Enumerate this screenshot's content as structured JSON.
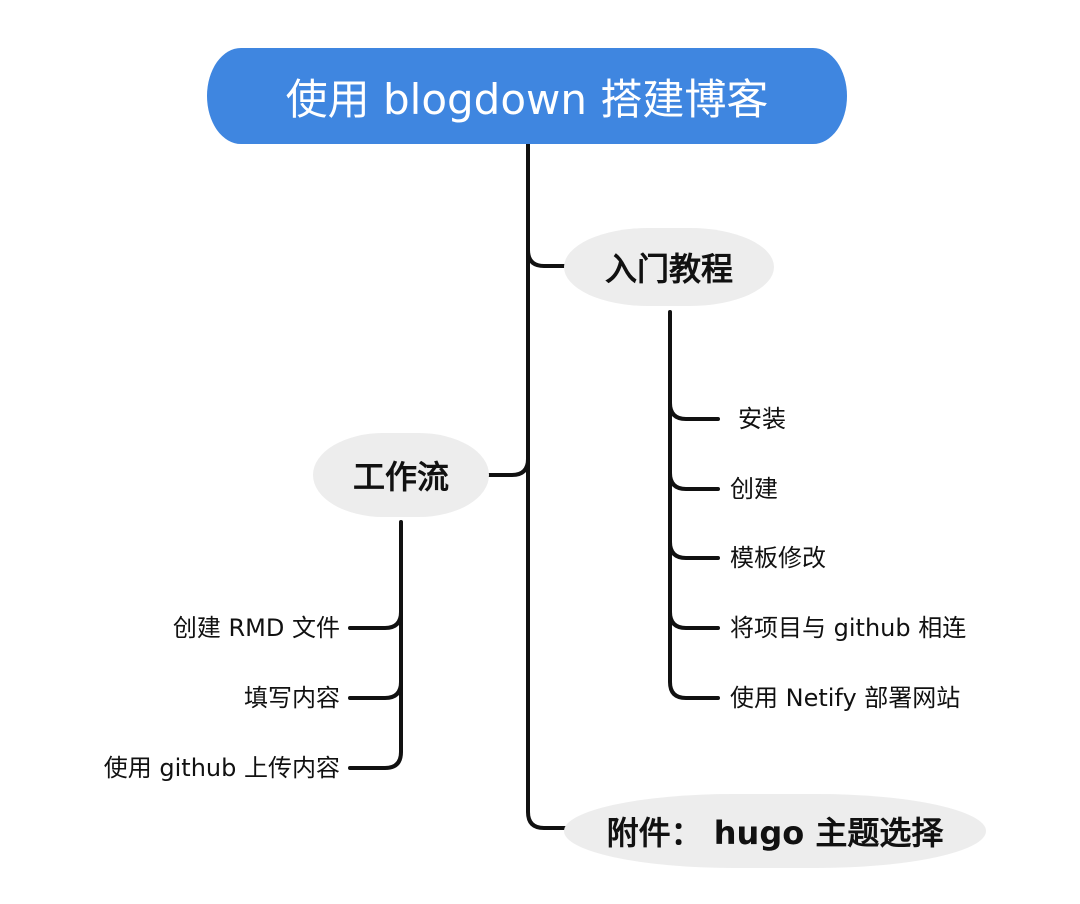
{
  "colors": {
    "root_fill": "#3f86e0",
    "topic_fill": "#ededed",
    "line": "#111111",
    "root_text": "#ffffff",
    "text": "#111111"
  },
  "mindmap": {
    "root": "使用 blogdown 搭建博客",
    "branches": [
      {
        "label": "入门教程",
        "children": [
          "安装",
          "创建",
          "模板修改",
          "将项目与 github 相连",
          "使用 Netify 部署网站"
        ]
      },
      {
        "label": "工作流",
        "children": [
          "创建 RMD 文件",
          "填写内容",
          "使用 github 上传内容"
        ]
      },
      {
        "label": "附件： hugo 主题选择",
        "children": []
      }
    ]
  }
}
